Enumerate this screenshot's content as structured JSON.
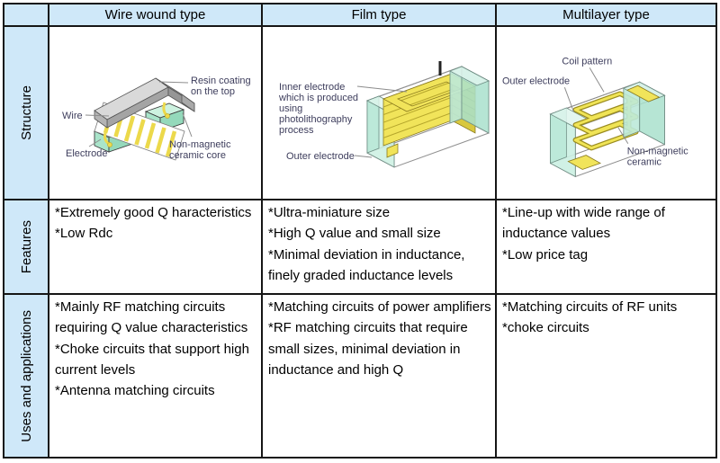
{
  "table": {
    "header_cols": [
      "Wire wound type",
      "Film type",
      "Multilayer type"
    ],
    "row_labels": [
      "Structure",
      "Features",
      "Uses and applications"
    ]
  },
  "features": {
    "wire_wound": [
      "*Extremely good Q haracteristics",
      "*Low Rdc"
    ],
    "film": [
      "*Ultra-miniature size",
      "*High Q value and small size",
      "*Minimal deviation in inductance, finely graded inductance levels"
    ],
    "multilayer": [
      "*Line-up with wide range of inductance values",
      "*Low price tag"
    ]
  },
  "uses": {
    "wire_wound": [
      "*Mainly RF matching circuits requiring Q value characteristics",
      "*Choke circuits that support high current levels",
      "*Antenna matching circuits"
    ],
    "film": [
      "*Matching circuits of power amplifiers",
      "*RF matching circuits that require small sizes, minimal deviation in inductance and high Q"
    ],
    "multilayer": [
      "*Matching circuits of RF units",
      "*choke circuits"
    ]
  },
  "diagrams": {
    "wire_wound": {
      "resin1": "Resin coating",
      "resin2": "on the top",
      "wire": "Wire",
      "electrode": "Electrode",
      "core1": "Non-magnetic",
      "core2": "ceramic core"
    },
    "film": {
      "inner1": "Inner electrode",
      "inner2": "which is produced",
      "inner3": "using",
      "inner4": "photolithography",
      "inner5": "process",
      "outer": "Outer electrode"
    },
    "multilayer": {
      "coil": "Coil pattern",
      "outer": "Outer electrode",
      "ceramic1": "Non-magnetic",
      "ceramic2": "ceramic"
    }
  },
  "colors": {
    "header_bg": "#cfe8f9",
    "border": "#161616",
    "teal_fill": "#bce9d9",
    "yellow_fill": "#f1e45a",
    "resin_gray": "#c8c8c8",
    "diagram_label_text": "#3d3d5c"
  }
}
